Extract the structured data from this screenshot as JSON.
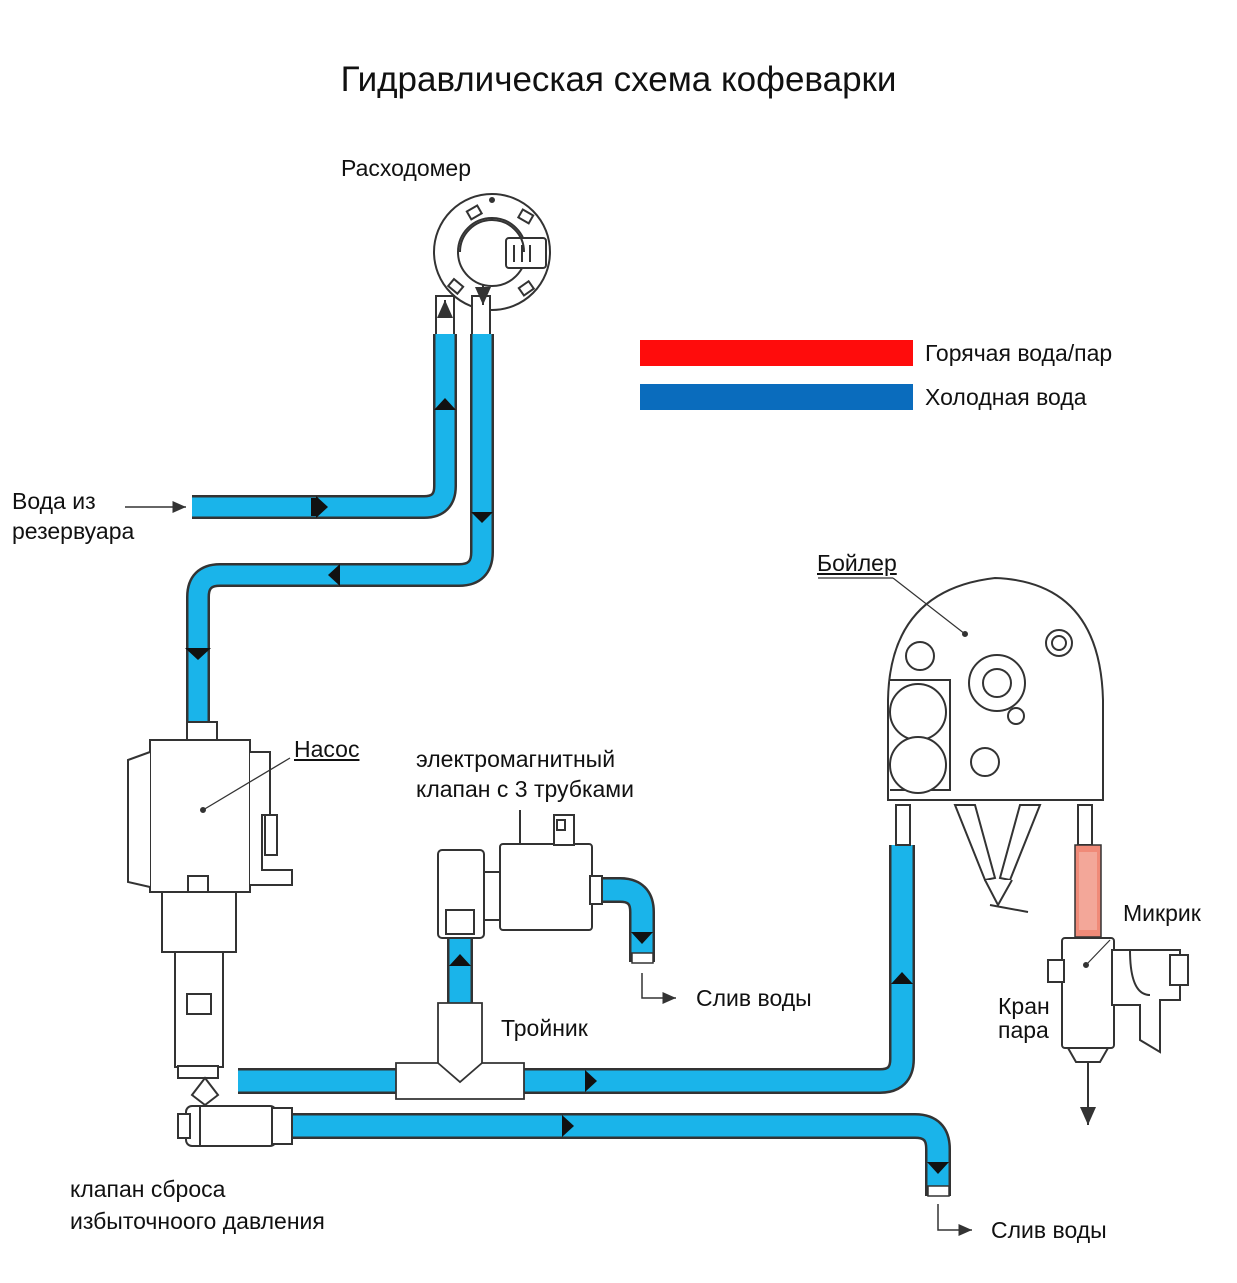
{
  "title": "Гидравлическая схема кофеварки",
  "legend": [
    {
      "label": "Горячая вода/пар",
      "color": "#ff0c0c"
    },
    {
      "label": "Холодная вода",
      "color": "#0a6cbd"
    }
  ],
  "labels": {
    "flowmeter": "Расходомер",
    "water_in_line1": "Вода из",
    "water_in_line2": "резервуара",
    "boiler": "Бойлер",
    "pump": "Насос",
    "solenoid_line1": "электромагнитный",
    "solenoid_line2": "клапан с 3 трубками",
    "drain_1": "Слив воды",
    "tee": "Тройник",
    "microswitch": "Микрик",
    "steam_tap_line1": "Кран",
    "steam_tap_line2": "пара",
    "relief_valve_line1": "клапан сброса",
    "relief_valve_line2": "избыточноого давления",
    "drain_2": "Слив воды"
  },
  "colors": {
    "pipe_cold": "#1ab4ea",
    "pipe_edge": "#2b2b2b",
    "hot_tube": "#f08a78",
    "component_line": "#333333"
  }
}
